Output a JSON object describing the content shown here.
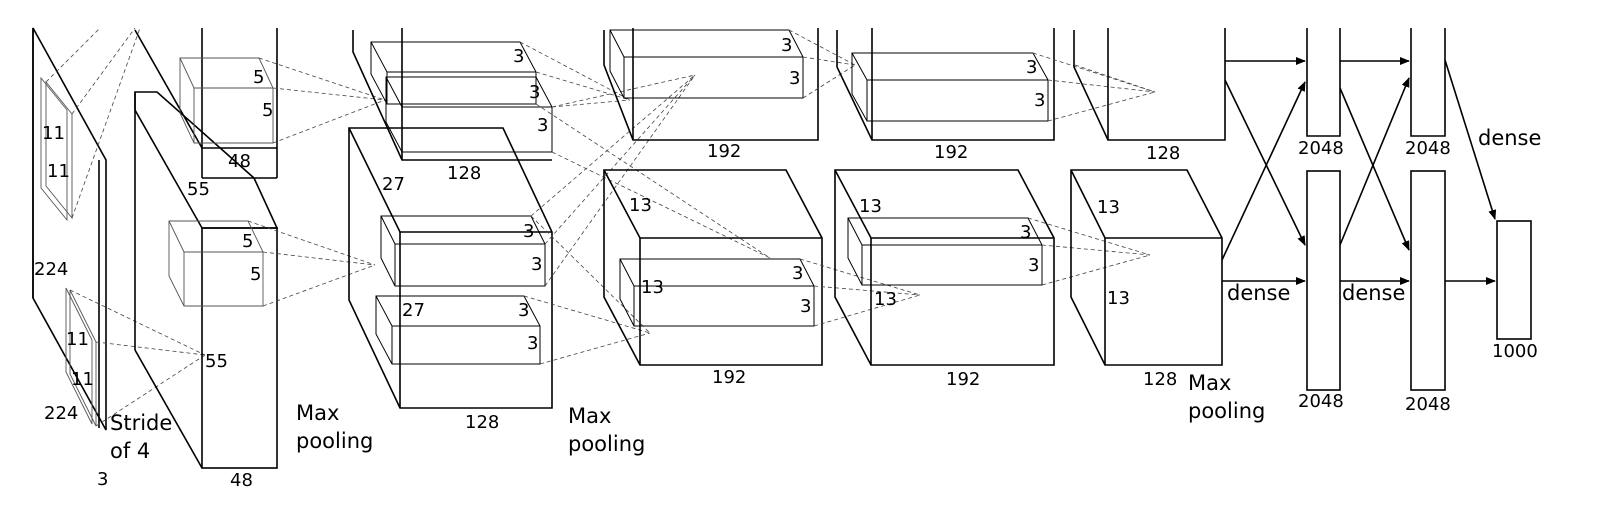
{
  "labels": {
    "input_k1": "11",
    "input_k2": "11",
    "input_k3": "11",
    "input_k4": "11",
    "input_h": "224",
    "input_w": "224",
    "input_d": "3",
    "stride1": "Stride",
    "stride2": "of 4",
    "c1_k1": "5",
    "c1_k2": "5",
    "c1_k3": "5",
    "c1_k4": "5",
    "c1_size_top": "55",
    "c1_size_bot": "55",
    "c1_depth_top": "48",
    "c1_depth_bot": "48",
    "pool1_a": "Max",
    "pool1_b": "pooling",
    "c2_k1": "3",
    "c2_k2": "3",
    "c2_k3": "3",
    "c2_k4": "3",
    "c2_k5": "3",
    "c2_k6": "3",
    "c2_size_top": "27",
    "c2_size_bot": "27",
    "c2_depth_top": "128",
    "c2_depth_bot": "128",
    "pool2_a": "Max",
    "pool2_b": "pooling",
    "c3_k1": "3",
    "c3_k2": "3",
    "c3_k3": "3",
    "c3_k4": "3",
    "c3_size_a": "13",
    "c3_size_b": "13",
    "c3_depth_top": "192",
    "c3_depth_bot": "192",
    "c4_k1": "3",
    "c4_k2": "3",
    "c4_k3": "3",
    "c4_k4": "3",
    "c4_size_a": "13",
    "c4_size_b": "13",
    "c4_depth_top": "192",
    "c4_depth_bot": "192",
    "c5_size_a": "13",
    "c5_size_b": "13",
    "c5_depth_top": "128",
    "c5_depth_bot": "128",
    "pool3_a": "Max",
    "pool3_b": "pooling",
    "dense_1": "dense",
    "dense_2": "dense",
    "dense_3": "dense",
    "fc6_top": "2048",
    "fc6_bot": "2048",
    "fc7_top": "2048",
    "fc7_bot": "2048",
    "out": "1000"
  }
}
